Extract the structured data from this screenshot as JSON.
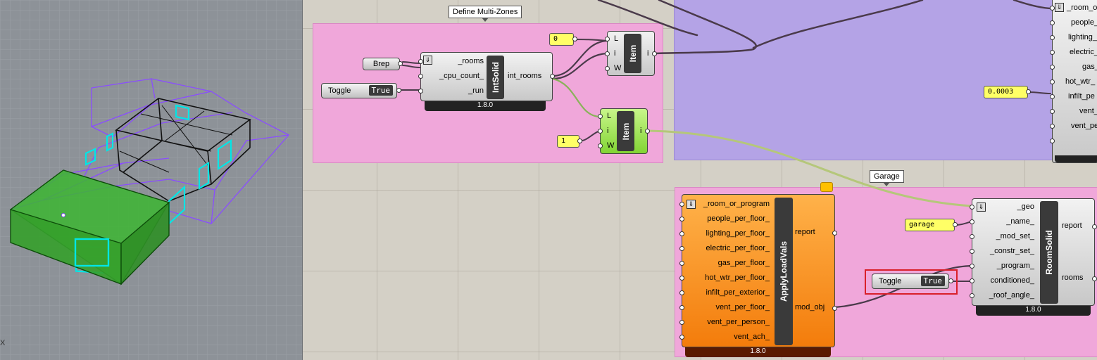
{
  "viewport": {
    "axis_label": "X"
  },
  "groups": {
    "multi_zones": {
      "label": "Define Multi-Zones"
    },
    "garage": {
      "label": "Garage"
    }
  },
  "brep": {
    "label": "Brep"
  },
  "toggle1": {
    "label": "Toggle",
    "value": "True"
  },
  "toggle2": {
    "label": "Toggle",
    "value": "True"
  },
  "intsolid": {
    "name": "IntSolid",
    "inputs": [
      "_rooms",
      "_cpu_count_",
      "_run"
    ],
    "outputs": [
      "int_rooms"
    ],
    "version": "1.8.0"
  },
  "item1": {
    "name": "Item",
    "inputs": [
      "L",
      "i",
      "W"
    ],
    "outputs": [
      "i"
    ]
  },
  "item2": {
    "name": "Item",
    "inputs": [
      "L",
      "i",
      "W"
    ],
    "outputs": [
      "i"
    ]
  },
  "panels": {
    "zero": "0",
    "one": "1",
    "infilt": "0.0003",
    "garage": "garage"
  },
  "top_right": {
    "inputs": [
      "_room_o",
      "people_",
      "lighting_",
      "electric_",
      "gas_",
      "hot_wtr_",
      "infilt_pe",
      "vent_",
      "vent_pe"
    ]
  },
  "applyload": {
    "name": "ApplyLoadVals",
    "inputs": [
      "_room_or_program",
      "people_per_floor_",
      "lighting_per_floor_",
      "electric_per_floor_",
      "gas_per_floor_",
      "hot_wtr_per_floor_",
      "infilt_per_exterior_",
      "vent_per_floor_",
      "vent_per_person_",
      "vent_ach_"
    ],
    "outputs": [
      "report",
      "mod_obj"
    ],
    "version": "1.8.0"
  },
  "roomsolid": {
    "name": "RoomSolid",
    "inputs": [
      "_geo",
      "_name_",
      "_mod_set_",
      "_constr_set_",
      "_program_",
      "conditioned_",
      "_roof_angle_"
    ],
    "outputs": [
      "report",
      "rooms"
    ],
    "version": "1.8.0"
  },
  "colors": {
    "pink_group": "#f0a7da",
    "purple_group": "#b4a3e6",
    "orange_component": "#f37c0b",
    "green_component": "#82d534",
    "panel_yellow": "#ffff66",
    "highlight": "#d9202a"
  }
}
